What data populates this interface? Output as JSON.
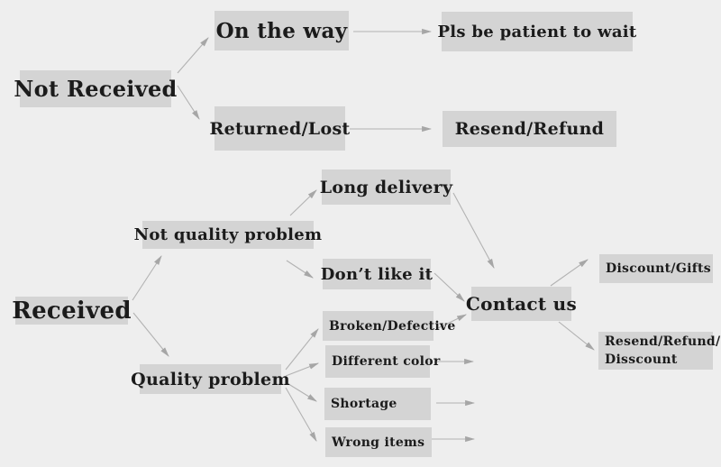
{
  "diagram": {
    "name": "order-status-customer-service-flowchart",
    "colors": {
      "background": "#eeeeee",
      "node_fill": "#d4d4d4",
      "text": "#1b1b1b",
      "arrow": "#b2b2b2",
      "arrowhead": "#a6a6a6"
    },
    "nodes": {
      "not_received": {
        "label": "Not Received"
      },
      "on_the_way": {
        "label": "On the way"
      },
      "pls_be_patient": {
        "label": "Pls be patient to wait"
      },
      "returned_lost": {
        "label": "Returned/Lost"
      },
      "resend_refund": {
        "label": "Resend/Refund"
      },
      "received": {
        "label": "Received"
      },
      "not_quality_problem": {
        "label": "Not quality problem"
      },
      "long_delivery": {
        "label": "Long delivery"
      },
      "dont_like_it": {
        "label": "Don’t like it"
      },
      "quality_problem": {
        "label": "Quality problem"
      },
      "broken_defective": {
        "label": "Broken/Defective"
      },
      "different_color": {
        "label": "Different color"
      },
      "shortage": {
        "label": "Shortage"
      },
      "wrong_items": {
        "label": "Wrong items"
      },
      "contact_us": {
        "label": "Contact us"
      },
      "discount_gifts": {
        "label": "Discount/Gifts"
      },
      "resend_refund_disscount": {
        "label_line1": "Resend/Refund/",
        "label_line2": "Disscount"
      }
    },
    "edges": [
      {
        "from": "not_received",
        "to": "on_the_way"
      },
      {
        "from": "on_the_way",
        "to": "pls_be_patient"
      },
      {
        "from": "not_received",
        "to": "returned_lost"
      },
      {
        "from": "returned_lost",
        "to": "resend_refund"
      },
      {
        "from": "received",
        "to": "not_quality_problem"
      },
      {
        "from": "received",
        "to": "quality_problem"
      },
      {
        "from": "not_quality_problem",
        "to": "long_delivery"
      },
      {
        "from": "not_quality_problem",
        "to": "dont_like_it"
      },
      {
        "from": "long_delivery",
        "to": "contact_us"
      },
      {
        "from": "dont_like_it",
        "to": "contact_us"
      },
      {
        "from": "quality_problem",
        "to": "broken_defective"
      },
      {
        "from": "quality_problem",
        "to": "different_color"
      },
      {
        "from": "quality_problem",
        "to": "shortage"
      },
      {
        "from": "quality_problem",
        "to": "wrong_items"
      },
      {
        "from": "broken_defective",
        "to": "contact_us"
      },
      {
        "from": "different_color",
        "to": "contact_us"
      },
      {
        "from": "shortage",
        "to": "contact_us"
      },
      {
        "from": "wrong_items",
        "to": "contact_us"
      },
      {
        "from": "contact_us",
        "to": "discount_gifts"
      },
      {
        "from": "contact_us",
        "to": "resend_refund_disscount"
      }
    ]
  }
}
